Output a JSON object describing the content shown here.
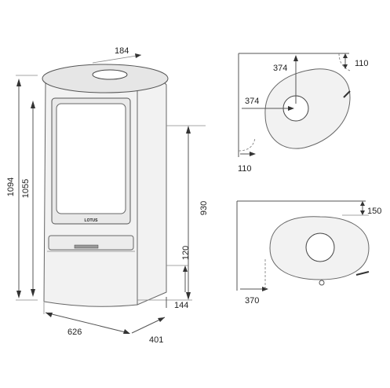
{
  "front_view": {
    "dims": {
      "flue_diameter": "184",
      "total_height": "1094",
      "door_height": "1055",
      "flue_center_height": "930",
      "outlet_height": "120",
      "width": "626",
      "depth": "401",
      "base_offset": "144"
    },
    "logo": "LOTUS"
  },
  "top_view_a": {
    "dims": {
      "rear_clearance": "110",
      "side_clearance": "110",
      "center_x": "374",
      "center_y": "374"
    }
  },
  "top_view_b": {
    "dims": {
      "rear_clearance": "150",
      "side_clearance": "370"
    }
  }
}
